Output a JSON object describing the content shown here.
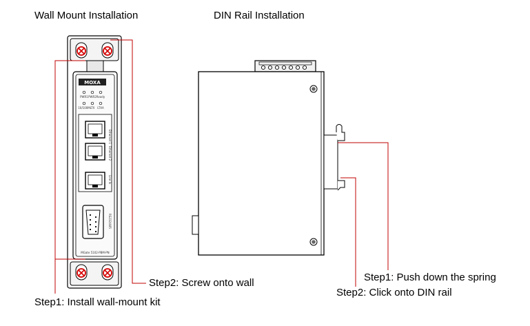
{
  "headings": {
    "wall_mount": "Wall Mount Installation",
    "din_rail": "DIN Rail Installation"
  },
  "wall_mount_steps": {
    "step1": "Step1: Install wall-mount kit",
    "step2": "Step2: Screw onto wall"
  },
  "din_rail_steps": {
    "step1": "Step1: Push down the spring",
    "step2": "Step2: Click onto DIN rail"
  },
  "device": {
    "brand": "MOXA",
    "led_row1": [
      "PWR1",
      "PWR2",
      "Ready"
    ],
    "led_row2": [
      "10/100M",
      "LTX",
      "LTXA"
    ],
    "ports": [
      "Ethernet 1",
      "Ethernet 2",
      "Line In",
      "RS232/485"
    ],
    "model": "MGate 5102-PBM-PN"
  },
  "colors": {
    "leader_line": "#c00000",
    "screw": "#d40000",
    "outline": "#000000"
  },
  "icons": [
    "screw-icon",
    "rj45-port-icon",
    "db9-port-icon",
    "din-spring-clip-icon"
  ]
}
